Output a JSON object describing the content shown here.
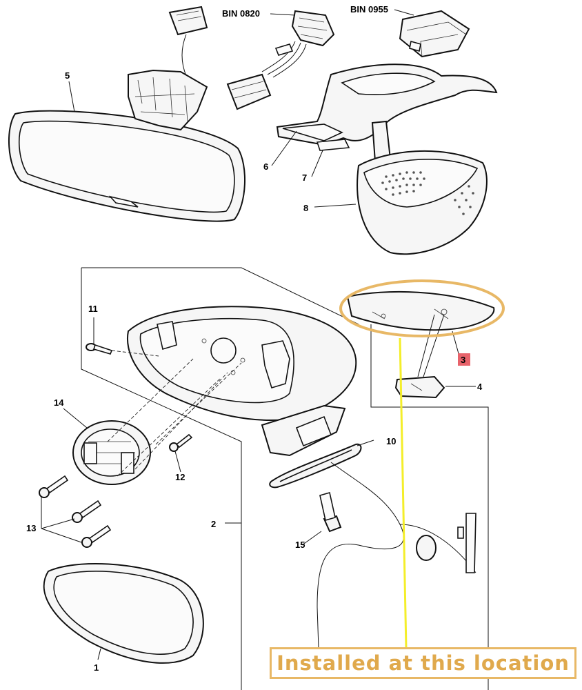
{
  "diagram": {
    "bin_labels": [
      "BIN 0820",
      "BIN 0955"
    ],
    "callouts": {
      "c1": "1",
      "c2": "2",
      "c3": "3",
      "c4": "4",
      "c5": "5",
      "c6": "6",
      "c7": "7",
      "c8": "8",
      "c10": "10",
      "c11": "11",
      "c12": "12",
      "c13": "13",
      "c14": "14",
      "c15": "15"
    },
    "note": "Installed at this location",
    "colors": {
      "highlight_ring": "#e8b866",
      "pointer_line": "#f4ee2a",
      "callout3_box": "#e8636b",
      "note_text": "#e0a94c"
    }
  }
}
